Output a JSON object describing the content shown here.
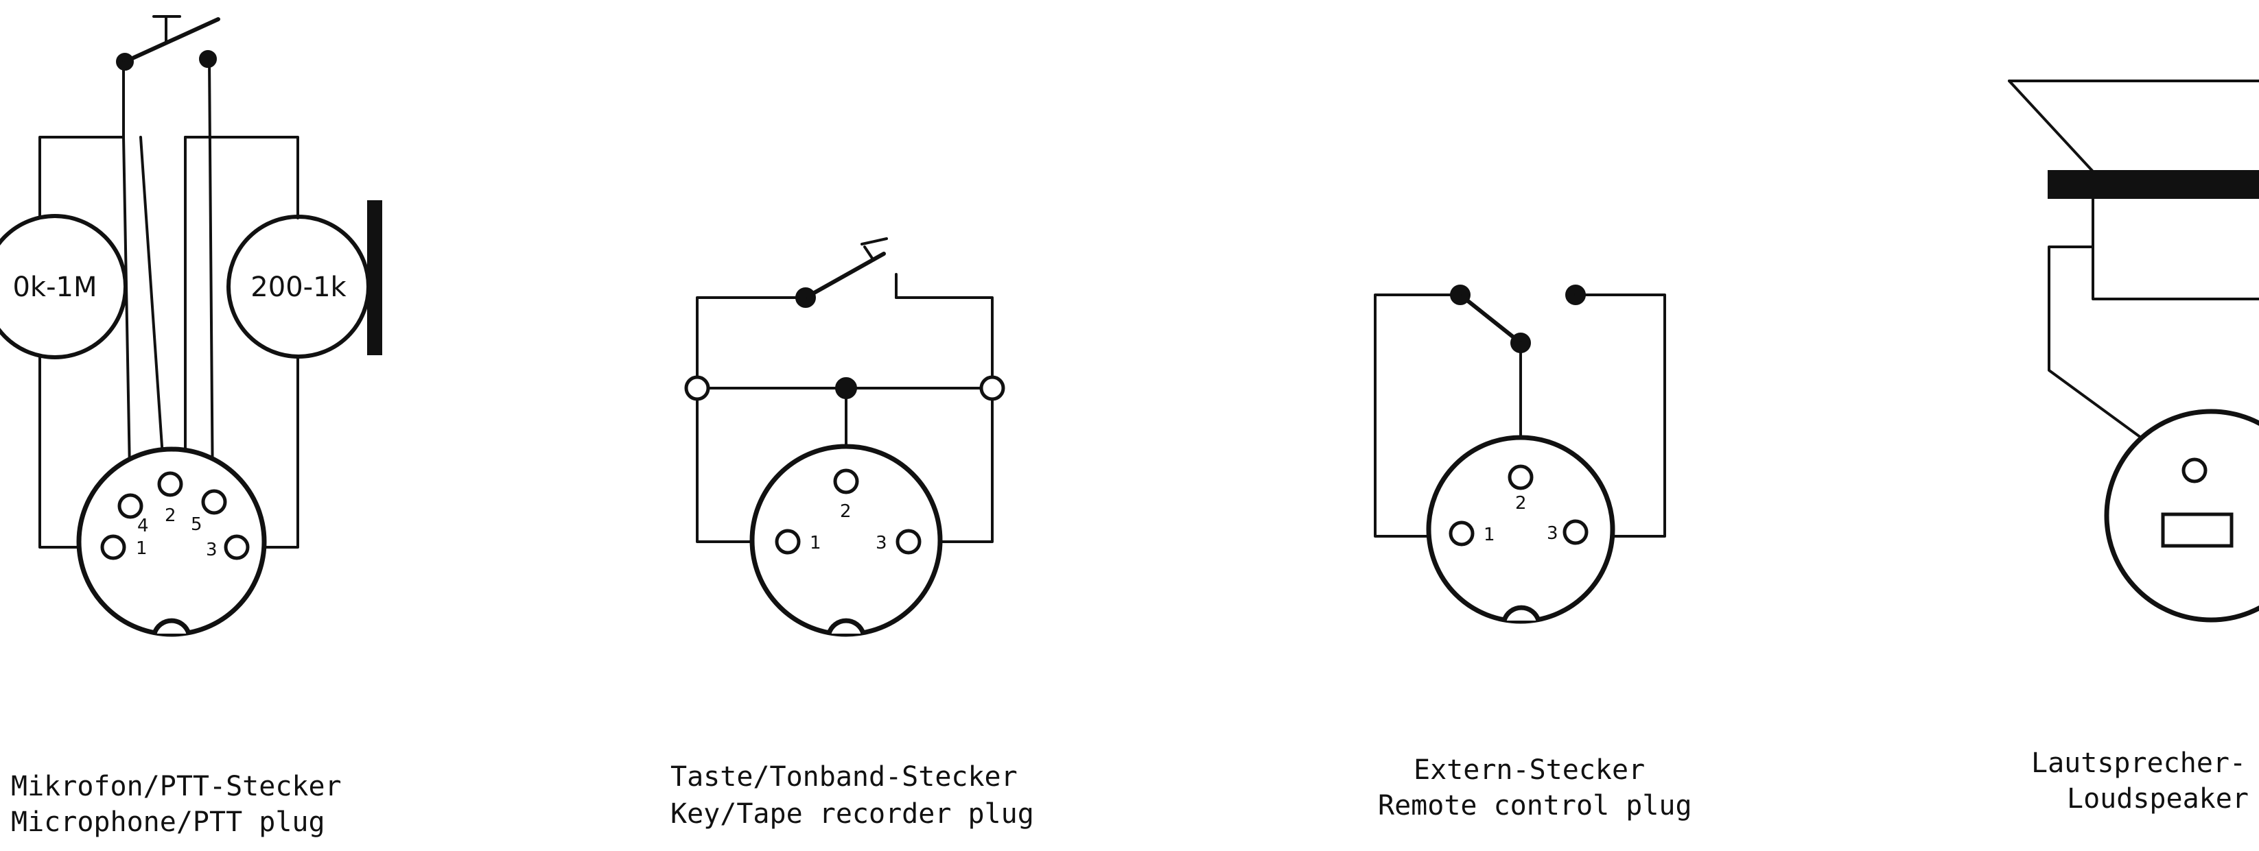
{
  "diagrams": [
    {
      "id": "mic",
      "caption_de": "Mikrofon/PTT-Stecker",
      "caption_en": "Microphone/PTT plug",
      "left_resistor": "0k-1M",
      "right_resistor": "200-1k",
      "pins": [
        "1",
        "2",
        "3",
        "4",
        "5"
      ]
    },
    {
      "id": "key",
      "caption_de": "Taste/Tonband-Stecker",
      "caption_en": "Key/Tape recorder plug",
      "pins": [
        "1",
        "2",
        "3"
      ]
    },
    {
      "id": "remote",
      "caption_de": "Extern-Stecker",
      "caption_en": "Remote control plug",
      "pins": [
        "1",
        "2",
        "3"
      ]
    },
    {
      "id": "speaker",
      "caption_de": "Lautsprecher-",
      "caption_en": "Loudspeaker"
    }
  ]
}
